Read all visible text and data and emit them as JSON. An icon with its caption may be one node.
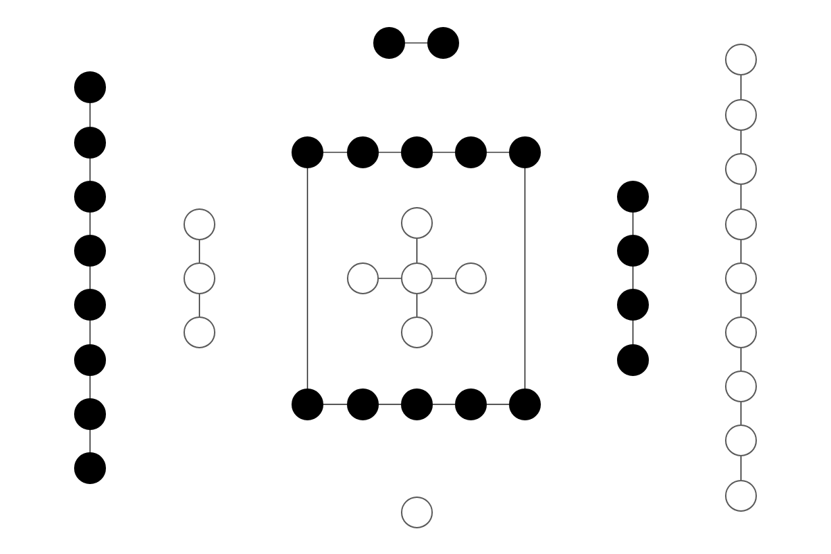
{
  "diagram": {
    "nodes": [
      {
        "text": [],
        "shape": "dot"
      },
      {
        "text": [],
        "shape": "dot"
      },
      {
        "text": [],
        "shape": "dot"
      },
      {
        "text": [],
        "shape": "dot"
      },
      {
        "text": [],
        "shape": "dot"
      },
      {
        "text": [],
        "shape": "dot"
      },
      {
        "text": [],
        "shape": "dot"
      },
      {
        "text": [],
        "shape": "dot"
      },
      {
        "text": [],
        "shape": "dot"
      },
      {
        "text": [],
        "shape": "dot"
      },
      {
        "text": [],
        "shape": "circle"
      },
      {
        "text": [],
        "shape": "circle"
      },
      {
        "text": [],
        "shape": "circle"
      },
      {
        "text": [],
        "shape": "dot"
      },
      {
        "text": [],
        "shape": "dot"
      },
      {
        "text": [],
        "shape": "dot"
      },
      {
        "text": [],
        "shape": "dot"
      },
      {
        "text": [],
        "shape": "dot"
      },
      {
        "text": [],
        "shape": "circle"
      },
      {
        "text": [],
        "shape": "circle"
      },
      {
        "text": [],
        "shape": "circle"
      },
      {
        "text": [],
        "shape": "circle"
      },
      {
        "text": [],
        "shape": "circle"
      },
      {
        "text": [],
        "shape": "dot"
      },
      {
        "text": [],
        "shape": "dot"
      },
      {
        "text": [],
        "shape": "dot"
      },
      {
        "text": [],
        "shape": "dot"
      },
      {
        "text": [],
        "shape": "dot"
      },
      {
        "text": [],
        "shape": "dot"
      },
      {
        "text": [],
        "shape": "dot"
      },
      {
        "text": [],
        "shape": "dot"
      },
      {
        "text": [],
        "shape": "dot"
      },
      {
        "text": [],
        "shape": "circle"
      },
      {
        "text": [],
        "shape": "circle"
      },
      {
        "text": [],
        "shape": "circle"
      },
      {
        "text": [],
        "shape": "circle"
      },
      {
        "text": [],
        "shape": "circle"
      },
      {
        "text": [],
        "shape": "circle"
      },
      {
        "text": [],
        "shape": "circle"
      },
      {
        "text": [],
        "shape": "circle"
      },
      {
        "text": [],
        "shape": "circle"
      },
      {
        "text": [],
        "shape": "circle"
      }
    ],
    "edges": [
      {
        "from": 0,
        "to": 1,
        "arrow": "none"
      },
      {
        "from": 2,
        "to": 3,
        "arrow": "none"
      },
      {
        "from": 3,
        "to": 4,
        "arrow": "none"
      },
      {
        "from": 4,
        "to": 5,
        "arrow": "none"
      },
      {
        "from": 5,
        "to": 6,
        "arrow": "none"
      },
      {
        "from": 6,
        "to": 7,
        "arrow": "none"
      },
      {
        "from": 7,
        "to": 8,
        "arrow": "none"
      },
      {
        "from": 8,
        "to": 9,
        "arrow": "none"
      },
      {
        "from": 10,
        "to": 11,
        "arrow": "none"
      },
      {
        "from": 11,
        "to": 12,
        "arrow": "none"
      },
      {
        "from": 13,
        "to": 14,
        "arrow": "none"
      },
      {
        "from": 14,
        "to": 15,
        "arrow": "none"
      },
      {
        "from": 15,
        "to": 16,
        "arrow": "none"
      },
      {
        "from": 16,
        "to": 17,
        "arrow": "none"
      },
      {
        "from": 23,
        "to": 24,
        "arrow": "none"
      },
      {
        "from": 24,
        "to": 25,
        "arrow": "none"
      },
      {
        "from": 25,
        "to": 26,
        "arrow": "none"
      },
      {
        "from": 26,
        "to": 27,
        "arrow": "none"
      },
      {
        "from": 13,
        "to": 23,
        "arrow": "none"
      },
      {
        "from": 17,
        "to": 27,
        "arrow": "none"
      },
      {
        "from": 20,
        "to": 18,
        "arrow": "none"
      },
      {
        "from": 20,
        "to": 19,
        "arrow": "none"
      },
      {
        "from": 20,
        "to": 21,
        "arrow": "none"
      },
      {
        "from": 20,
        "to": 22,
        "arrow": "none"
      },
      {
        "from": 28,
        "to": 29,
        "arrow": "none"
      },
      {
        "from": 29,
        "to": 30,
        "arrow": "none"
      },
      {
        "from": 30,
        "to": 31,
        "arrow": "none"
      },
      {
        "from": 32,
        "to": 33,
        "arrow": "none"
      },
      {
        "from": 33,
        "to": 34,
        "arrow": "none"
      },
      {
        "from": 34,
        "to": 35,
        "arrow": "none"
      },
      {
        "from": 35,
        "to": 36,
        "arrow": "none"
      },
      {
        "from": 36,
        "to": 37,
        "arrow": "none"
      },
      {
        "from": 37,
        "to": 38,
        "arrow": "none"
      },
      {
        "from": 38,
        "to": 39,
        "arrow": "none"
      },
      {
        "from": 39,
        "to": 40,
        "arrow": "none"
      }
    ]
  }
}
